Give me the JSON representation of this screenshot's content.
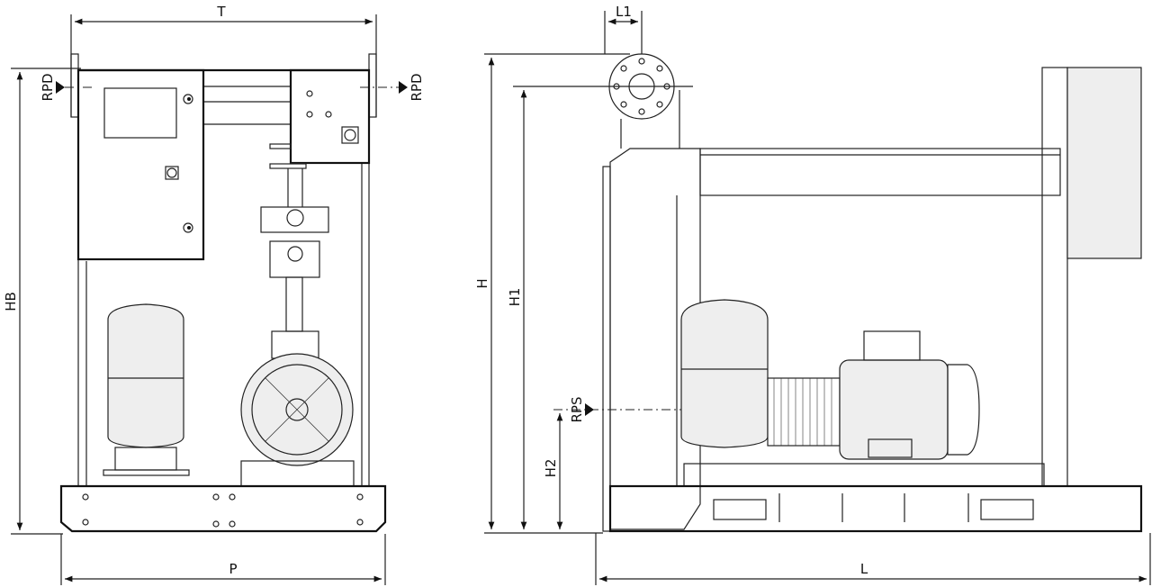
{
  "dimensions": {
    "front": {
      "top_width": "T",
      "outlet_left": "RPD",
      "outlet_right": "RPD",
      "height": "HB",
      "base_width": "P"
    },
    "side": {
      "flange_offset": "L1",
      "total_height": "H",
      "outlet_height": "H1",
      "inlet": "RPS",
      "inlet_height": "H2",
      "length": "L"
    }
  }
}
